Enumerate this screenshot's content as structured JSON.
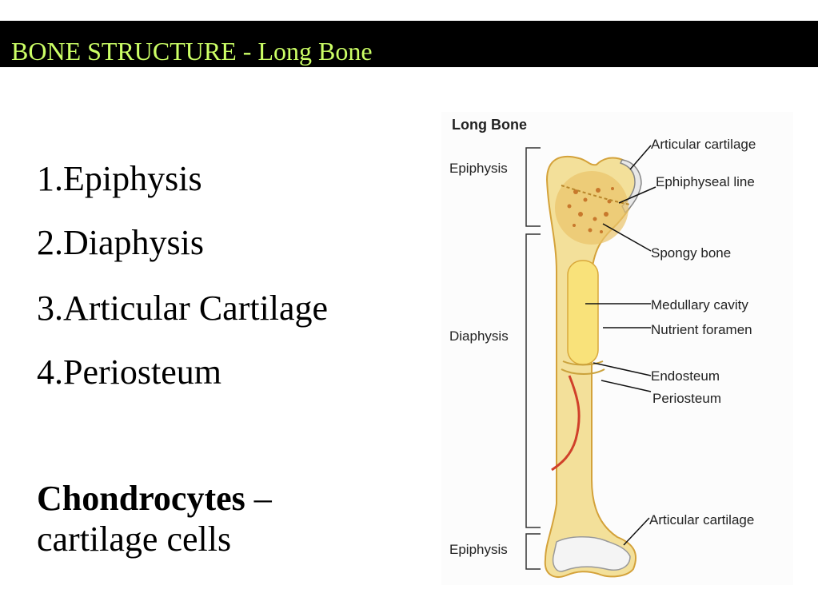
{
  "title": "BONE STRUCTURE - Long Bone",
  "items": [
    "1.Epiphysis",
    "2.Diaphysis",
    "3.Articular Cartilage",
    "4.Periosteum"
  ],
  "chondrocytes": {
    "term": "Chondrocytes",
    "dash": " –",
    "definition": "cartilage cells"
  },
  "diagram": {
    "heading": "Long Bone",
    "left_labels": {
      "epiphysis_top": "Epiphysis",
      "diaphysis": "Diaphysis",
      "epiphysis_bottom": "Epiphysis"
    },
    "right_labels": {
      "articular_top": "Articular cartilage",
      "epiphyseal_line": "Ephiphyseal line",
      "spongy_bone": "Spongy bone",
      "medullary_cavity": "Medullary cavity",
      "nutrient_foramen": "Nutrient foramen",
      "endosteum": "Endosteum",
      "periosteum": "Periosteum",
      "articular_bottom": "Articular cartilage"
    }
  },
  "colors": {
    "title_bg": "#000000",
    "title_text": "#ccff66",
    "bone": "#f3e09a",
    "bone_outline": "#d4a23a",
    "cartilage": "#eeeeee",
    "vessel": "#d0402a"
  }
}
